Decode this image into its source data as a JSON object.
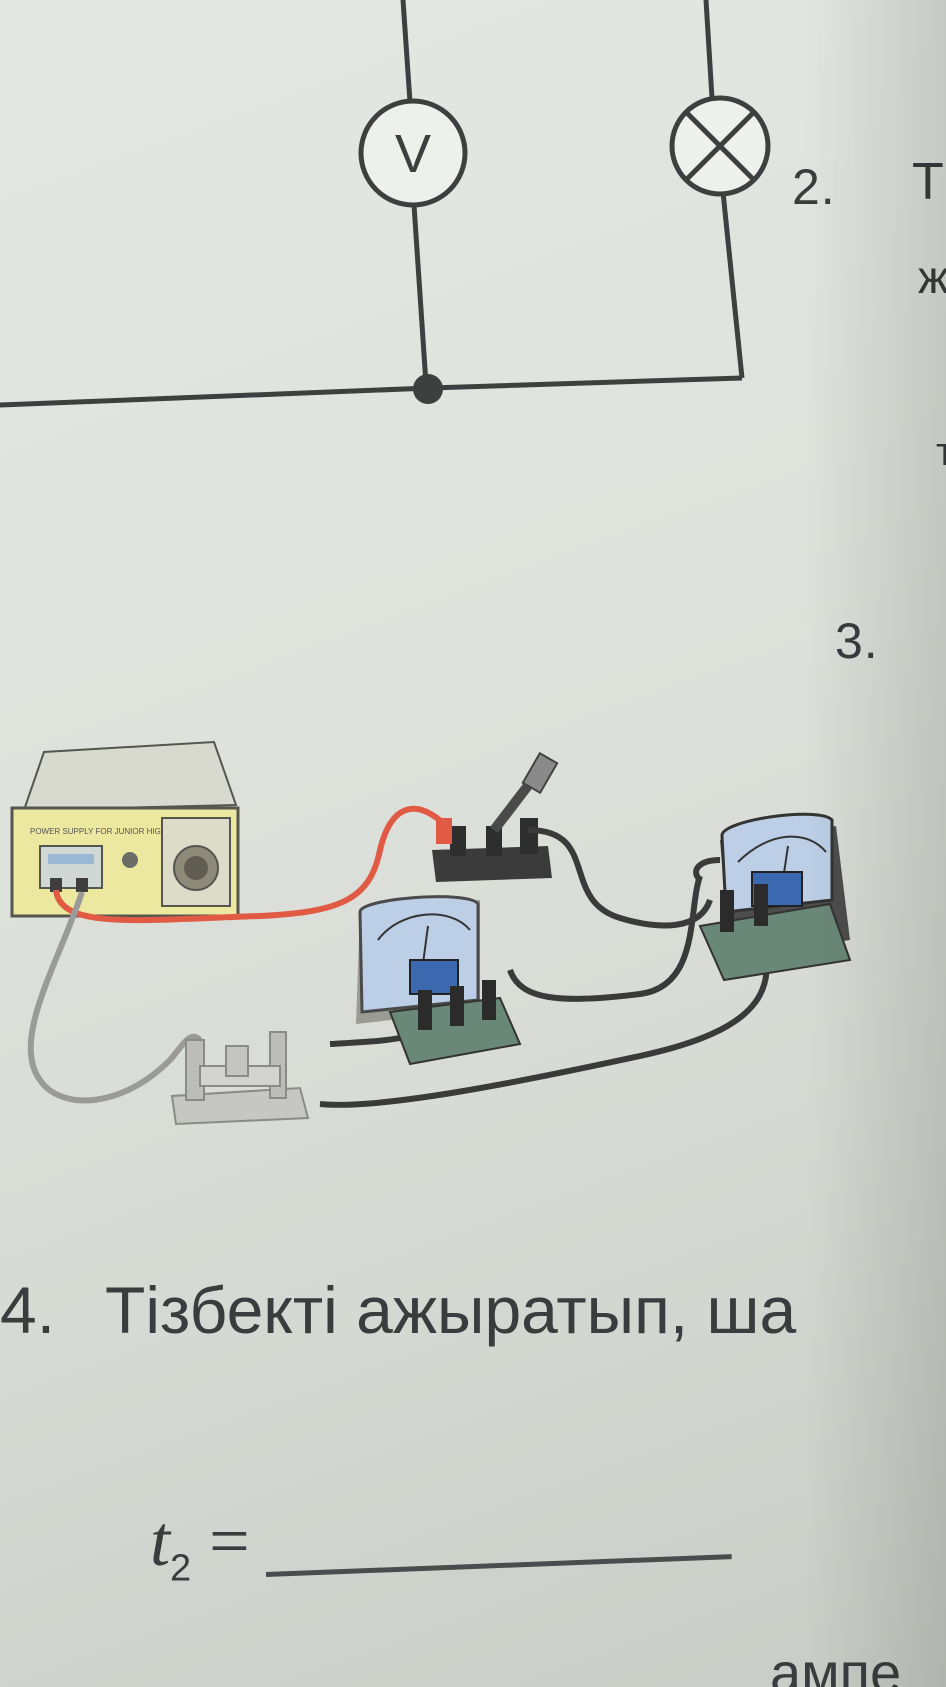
{
  "circuit_diagram": {
    "voltmeter_symbol": "V"
  },
  "questions": {
    "q2": {
      "number": "2.",
      "partial_letters": [
        "T",
        "ж",
        "т"
      ]
    },
    "q3": {
      "number": "3."
    },
    "q4": {
      "number": "4.",
      "text": "Тізбекті ажыратып, ша"
    }
  },
  "formula": {
    "variable": "t",
    "subscript": "2",
    "equals": "="
  },
  "bottom_partial_text": "ампе",
  "apparatus_illustration": {
    "power_supply_label": "POWER SUPPLY FOR JUNIOR HIGH SCHOOL",
    "icons": [
      "power-supply-icon",
      "switch-icon",
      "voltmeter-icon",
      "ammeter-icon",
      "rheostat-icon"
    ]
  },
  "colors": {
    "ink": "#3a3c3d",
    "paper": "#e2e5df",
    "power_supply_body": "#eeeaa0",
    "meter_face": "#b9cde6",
    "red_wire": "#e05a44"
  }
}
